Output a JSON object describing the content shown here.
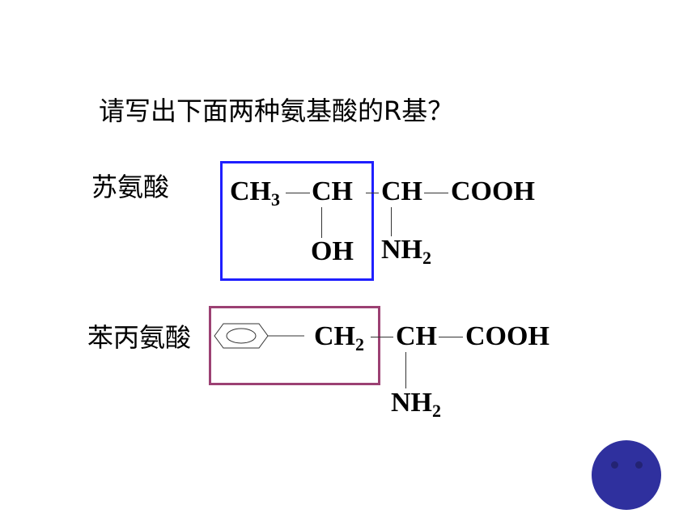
{
  "title": "请写出下面两种氨基酸的R基？",
  "threonine": {
    "name": "苏氨酸",
    "ch3": "CH",
    "ch3_sub": "3",
    "ch_r": "CH",
    "ch_alpha": "CH",
    "cooh": "COOH",
    "oh": "OH",
    "nh2": "NH",
    "nh2_sub": "2"
  },
  "phenylalanine": {
    "name": "苯丙氨酸",
    "ch2": "CH",
    "ch2_sub": "2",
    "ch_alpha": "CH",
    "cooh": "COOH",
    "nh2": "NH",
    "nh2_sub": "2"
  },
  "colors": {
    "box1": "#1f1fff",
    "box2": "#9c4173",
    "nav_button": "#2f309e"
  },
  "icons": {
    "nav_button": "navigation-circle-icon"
  }
}
